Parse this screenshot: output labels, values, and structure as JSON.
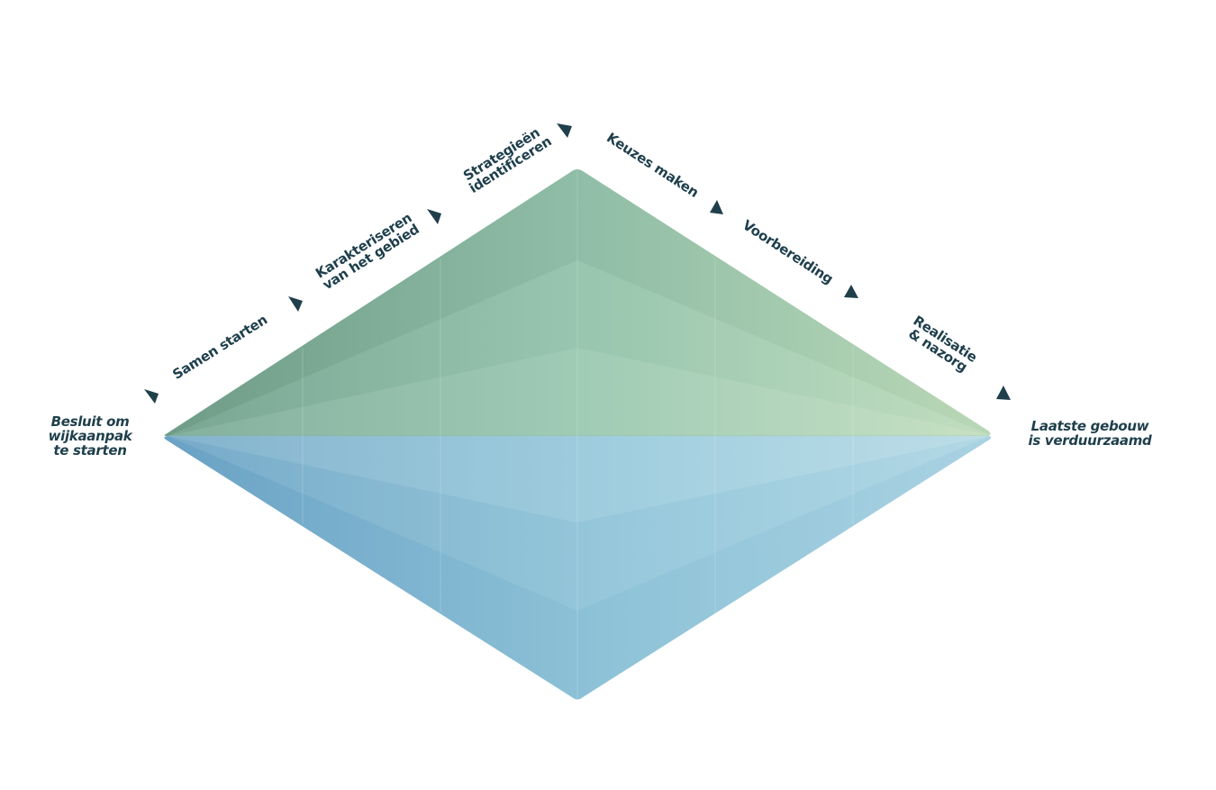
{
  "start_label": "Besluit om\nwijkaanpak\nte starten",
  "end_label": "Laatste gebouw\nis verduurzaamd",
  "steps": [
    "Samen starten",
    "Karakteriseren\nvan het gebied",
    "Strategieën\nidentificeren",
    "Keuzes maken",
    "Voorbereiding",
    "Realisatie\n& nazorg"
  ],
  "colors": {
    "text": "#1e3f4c",
    "arrow": "#1f3f4b",
    "green_dark": "#73a08c",
    "green_mid": "#93c2aa",
    "green_light": "#b8d8b8",
    "blue_dark": "#6fa5c6",
    "blue_mid": "#9dcbde",
    "blue_light": "#b7dbe4"
  }
}
